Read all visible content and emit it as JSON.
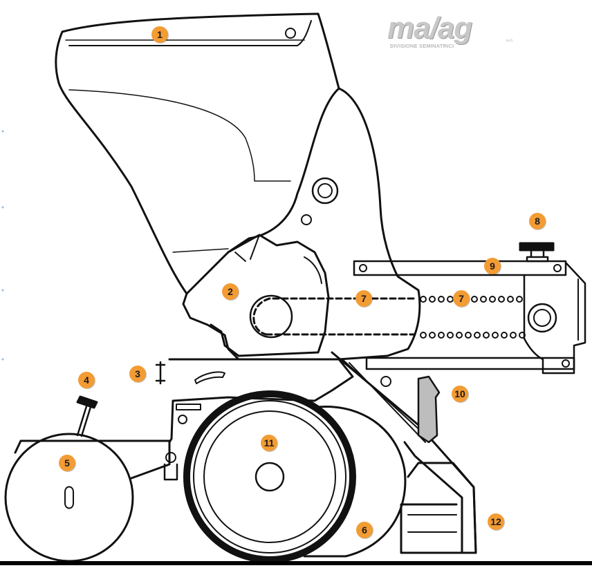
{
  "logo": {
    "text": "ma/ag",
    "subtitle": "DIVISIONE SEMINATRICI",
    "suffix": "s.r.l."
  },
  "colors": {
    "callout": "#f39c34",
    "outline": "#111111",
    "ground": "#000000",
    "logo": "#c8c8c8",
    "shade": "#bdbdbd"
  },
  "callouts": {
    "c1": "1",
    "c2": "2",
    "c3": "3",
    "c4": "4",
    "c5": "5",
    "c6": "6",
    "c7a": "7",
    "c7b": "7",
    "c8": "8",
    "c9": "9",
    "c10": "10",
    "c11": "11",
    "c12": "12"
  }
}
